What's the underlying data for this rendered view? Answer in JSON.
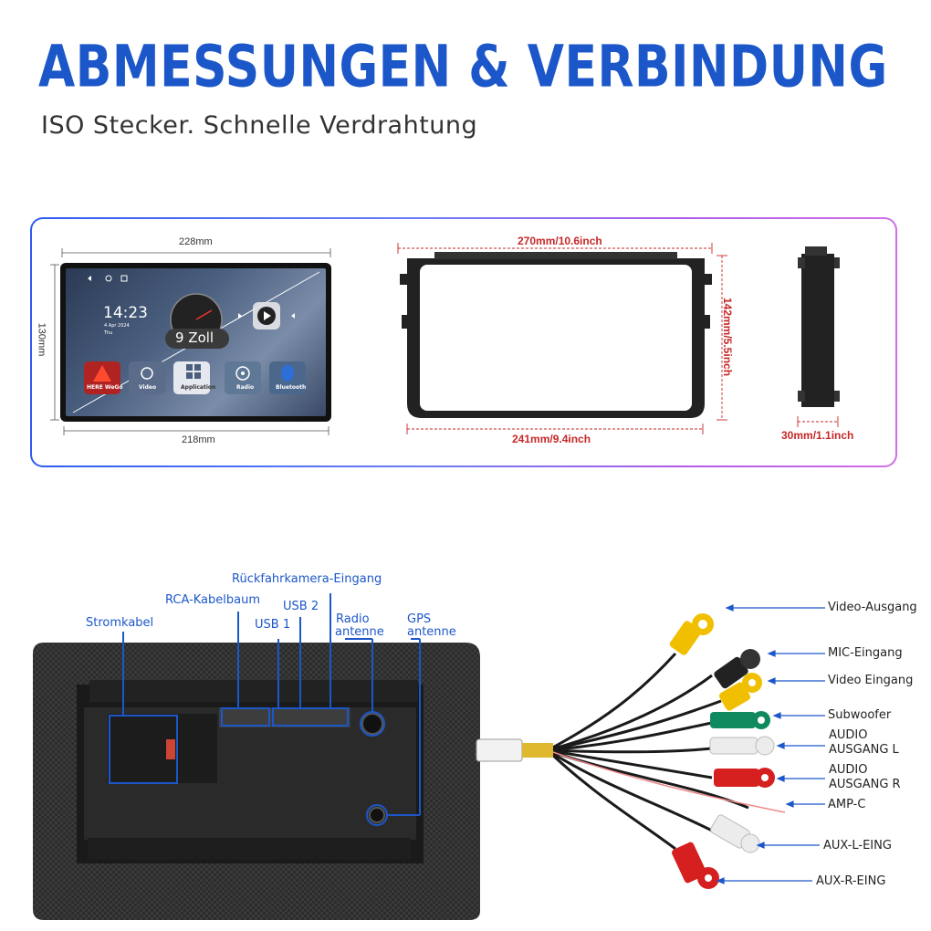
{
  "header": {
    "title": "ABMESSUNGEN & VERBINDUNG",
    "subtitle": "ISO Stecker. Schnelle Verdrahtung"
  },
  "dimensions": {
    "screen_top": "228mm",
    "screen_bottom": "218mm",
    "screen_side": "130mm",
    "frame_top": "270mm/10.6inch",
    "frame_bottom": "241mm/9.4inch",
    "frame_side": "142mm/5.5inch",
    "depth": "30mm/1.1inch"
  },
  "screen": {
    "time": "14:23",
    "date": "4 Apr 2024",
    "day": "Thu",
    "size_badge": "9 Zoll",
    "apps": [
      {
        "label": "HERE WeGo",
        "icon": "navigation-icon"
      },
      {
        "label": "Video",
        "icon": "video-icon"
      },
      {
        "label": "Application",
        "icon": "apps-icon"
      },
      {
        "label": "Radio",
        "icon": "radio-icon"
      },
      {
        "label": "Bluetooth",
        "icon": "bluetooth-icon"
      }
    ]
  },
  "back_panel": {
    "stromkabel": "Stromkabel",
    "rca": "RCA-Kabelbaum",
    "rueckfahr": "Rückfahrkamera-Eingang",
    "usb1": "USB 1",
    "usb2": "USB 2",
    "radio_line1": "Radio",
    "radio_line2": "antenne",
    "gps_line1": "GPS",
    "gps_line2": "antenne"
  },
  "rca_labels": {
    "video_out": "Video-Ausgang",
    "mic_in": "MIC-Eingang",
    "video_in": "Video Eingang",
    "subwoofer": "Subwoofer",
    "audio_l_1": "AUDIO",
    "audio_l_2": "AUSGANG L",
    "audio_r_1": "AUDIO",
    "audio_r_2": "AUSGANG R",
    "amp": "AMP-C",
    "aux_l": "AUX-L-EING",
    "aux_r": "AUX-R-EING"
  },
  "colors": {
    "brand_blue": "#1c57c9",
    "dimension_red": "#c62828"
  }
}
